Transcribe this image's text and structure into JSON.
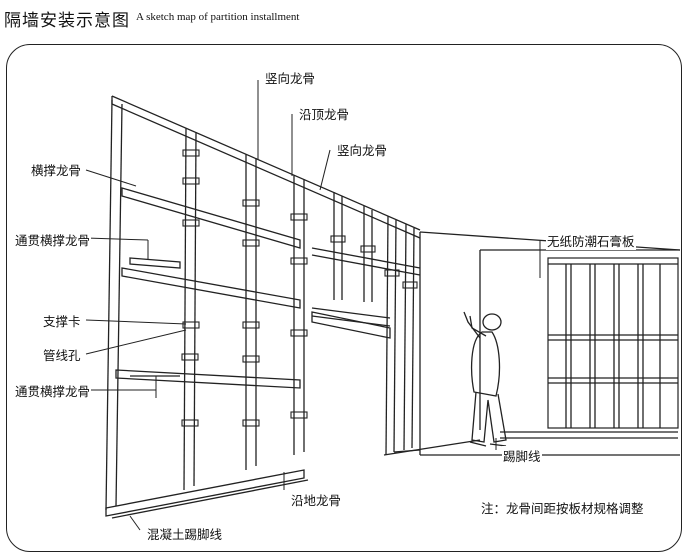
{
  "header": {
    "title_cn": "隔墙安装示意图",
    "title_en": "A sketch map of partition installment"
  },
  "labels": {
    "vertical_keel_top": "竖向龙骨",
    "top_track": "沿顶龙骨",
    "vertical_keel_2": "竖向龙骨",
    "cross_brace_keel": "横撑龙骨",
    "through_cross_keel_1": "通贯横撑龙骨",
    "support_clip": "支撑卡",
    "conduit_hole": "管线孔",
    "through_cross_keel_2": "通贯横撑龙骨",
    "gypsum_board": "无纸防潮石膏板",
    "skirting_line": "踢脚线",
    "floor_track": "沿地龙骨",
    "concrete_skirting": "混凝土踢脚线"
  },
  "note": "注：龙骨间距按板材规格调整"
}
